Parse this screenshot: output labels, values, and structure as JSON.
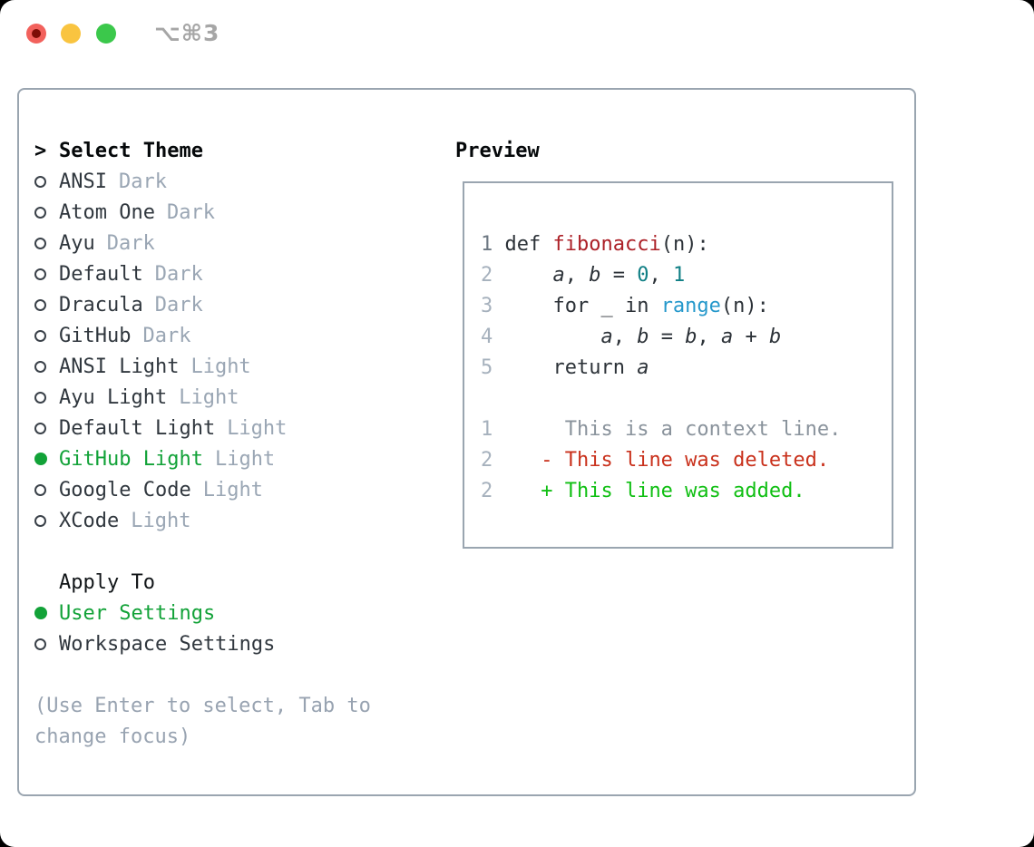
{
  "window": {
    "title": "⌥⌘3"
  },
  "colors": {
    "page_bg": "#000000",
    "window_bg": "#ffffff",
    "panel_border": "#9aa5b0",
    "traffic_red": "#f2615c",
    "traffic_red_dot": "#7d0d06",
    "traffic_yellow": "#f9c440",
    "traffic_green": "#3bc84b",
    "title_text": "#a6a6a6",
    "header_text": "#05080a",
    "item_text": "#30373e",
    "variant_text": "#9aa6b4",
    "selected_green": "#12a238",
    "radio_outline": "#3a4149",
    "help_text": "#98a3b1",
    "code": "#2c3238",
    "func": "#ac2027",
    "num": "#107f85",
    "builtin": "#2598cb",
    "ln": "#a6b1bd",
    "ln_active": "#6e7883",
    "ctx": "#8a939c",
    "del": "#c9311c",
    "add": "#10bf13"
  },
  "theme_panel": {
    "prompt": ">",
    "header": "Select Theme",
    "items": [
      {
        "name": "ANSI",
        "variant": "Dark",
        "selected": false
      },
      {
        "name": "Atom One",
        "variant": "Dark",
        "selected": false
      },
      {
        "name": "Ayu",
        "variant": "Dark",
        "selected": false
      },
      {
        "name": "Default",
        "variant": "Dark",
        "selected": false
      },
      {
        "name": "Dracula",
        "variant": "Dark",
        "selected": false
      },
      {
        "name": "GitHub",
        "variant": "Dark",
        "selected": false
      },
      {
        "name": "ANSI Light",
        "variant": "Light",
        "selected": false
      },
      {
        "name": "Ayu Light",
        "variant": "Light",
        "selected": false
      },
      {
        "name": "Default Light",
        "variant": "Light",
        "selected": false
      },
      {
        "name": "GitHub Light",
        "variant": "Light",
        "selected": true
      },
      {
        "name": "Google Code",
        "variant": "Light",
        "selected": false
      },
      {
        "name": "XCode",
        "variant": "Light",
        "selected": false
      }
    ],
    "apply_header": "Apply To",
    "apply_options": [
      {
        "label": "User Settings",
        "selected": true
      },
      {
        "label": "Workspace Settings",
        "selected": false
      }
    ],
    "help": [
      "(Use Enter to select, Tab to",
      "change focus)"
    ]
  },
  "preview": {
    "header": "Preview",
    "code_lines": [
      {
        "num": "1",
        "num_color": "ln_active",
        "tokens": [
          {
            "t": "def ",
            "c": "code"
          },
          {
            "t": "fibonacci",
            "c": "func"
          },
          {
            "t": "(n):",
            "c": "code"
          }
        ]
      },
      {
        "num": "2",
        "tokens": [
          {
            "t": "    ",
            "c": "code"
          },
          {
            "t": "a",
            "c": "code",
            "i": true
          },
          {
            "t": ", ",
            "c": "code"
          },
          {
            "t": "b",
            "c": "code",
            "i": true
          },
          {
            "t": " = ",
            "c": "code"
          },
          {
            "t": "0",
            "c": "num"
          },
          {
            "t": ", ",
            "c": "code"
          },
          {
            "t": "1",
            "c": "num"
          }
        ]
      },
      {
        "num": "3",
        "tokens": [
          {
            "t": "    for _ in ",
            "c": "code"
          },
          {
            "t": "range",
            "c": "builtin"
          },
          {
            "t": "(n):",
            "c": "code"
          }
        ]
      },
      {
        "num": "4",
        "tokens": [
          {
            "t": "        ",
            "c": "code"
          },
          {
            "t": "a",
            "c": "code",
            "i": true
          },
          {
            "t": ", ",
            "c": "code"
          },
          {
            "t": "b",
            "c": "code",
            "i": true
          },
          {
            "t": " = ",
            "c": "code"
          },
          {
            "t": "b",
            "c": "code",
            "i": true
          },
          {
            "t": ", ",
            "c": "code"
          },
          {
            "t": "a",
            "c": "code",
            "i": true
          },
          {
            "t": " + ",
            "c": "code"
          },
          {
            "t": "b",
            "c": "code",
            "i": true
          }
        ]
      },
      {
        "num": "5",
        "tokens": [
          {
            "t": "    return ",
            "c": "code"
          },
          {
            "t": "a",
            "c": "code",
            "i": true
          }
        ]
      }
    ],
    "diff_lines": [
      {
        "num": "1",
        "sign": " ",
        "text": "This is a context line.",
        "type": "context"
      },
      {
        "num": "2",
        "sign": "-",
        "text": "This line was deleted.",
        "type": "deleted"
      },
      {
        "num": "2",
        "sign": "+",
        "text": "This line was added.",
        "type": "added"
      }
    ]
  }
}
